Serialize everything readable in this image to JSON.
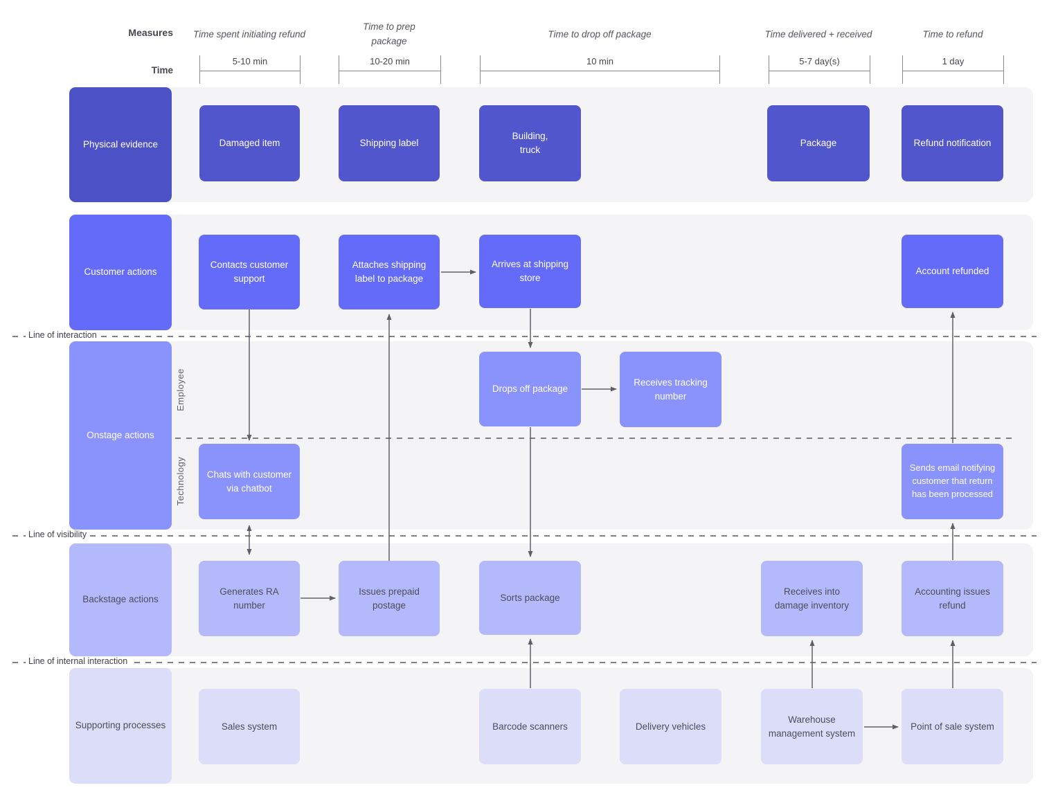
{
  "colors": {
    "band": "#f4f4f6",
    "lane1": "#4c51c5",
    "node1": "#5156cd",
    "lane2": "#636bf8",
    "node2": "#636bf8",
    "lane3": "#8a92fb",
    "node3": "#8a92fb",
    "lane4": "#b4b9fc",
    "node4": "#b4b9fc",
    "lane5": "#dbddf9",
    "node5": "#dbddf9",
    "ink-dark": "#4d4d5c",
    "arrow": "#5f5f68",
    "dash": "#7e7e86"
  },
  "header": {
    "measures_label": "Measures",
    "time_label": "Time",
    "columns": [
      {
        "title": "Time spent initiating refund",
        "time": "5-10 min"
      },
      {
        "title": "Time to prep package",
        "time": "10-20 min"
      },
      {
        "title": "Time to drop off package",
        "time": "10 min"
      },
      {
        "title": "Time delivered + received",
        "time": "5-7 day(s)"
      },
      {
        "title": "Time to refund",
        "time": "1 day"
      }
    ]
  },
  "lanes": [
    {
      "label": "Physical evidence",
      "boxes": [
        {
          "label": "Damaged item"
        },
        {
          "label": "Shipping label"
        },
        {
          "label": "Building,\ntruck"
        },
        {
          "label": "Package"
        },
        {
          "label": "Refund notification"
        }
      ]
    },
    {
      "label": "Customer actions",
      "boxes": [
        {
          "label": "Contacts customer support"
        },
        {
          "label": "Attaches shipping label to package"
        },
        {
          "label": "Arrives at shipping store"
        },
        {
          "label": "Account refunded"
        }
      ]
    },
    {
      "label": "Onstage actions",
      "sublanes": [
        {
          "label": "Employee",
          "boxes": [
            {
              "label": "Drops off package"
            },
            {
              "label": "Receives tracking number"
            }
          ]
        },
        {
          "label": "Technology",
          "boxes": [
            {
              "label": "Chats with customer via chatbot"
            },
            {
              "label": "Sends email notifying customer that return has been processed"
            }
          ]
        }
      ]
    },
    {
      "label": "Backstage actions",
      "boxes": [
        {
          "label": "Generates RA number"
        },
        {
          "label": "Issues prepaid postage"
        },
        {
          "label": "Sorts package"
        },
        {
          "label": "Receives into damage inventory"
        },
        {
          "label": "Accounting issues refund"
        }
      ]
    },
    {
      "label": "Supporting processes",
      "boxes": [
        {
          "label": "Sales system"
        },
        {
          "label": "Barcode scanners"
        },
        {
          "label": "Delivery vehicles"
        },
        {
          "label": "Warehouse management system"
        },
        {
          "label": "Point of sale system"
        }
      ]
    }
  ],
  "separators": [
    {
      "label": "Line of interaction"
    },
    {
      "label": "Line of visibility"
    },
    {
      "label": "Line of internal interaction"
    }
  ]
}
